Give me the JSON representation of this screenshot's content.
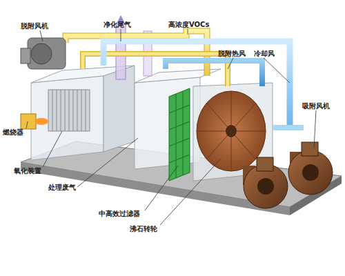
{
  "diagram": {
    "labels": [
      "脱附风机",
      "净化尾气",
      "高浓度VOCs",
      "脱附热风",
      "冷却风",
      "吸附风机",
      "燃烧器",
      "氧化装置",
      "处理废气",
      "中高效过滤器",
      "沸石转轮"
    ]
  }
}
